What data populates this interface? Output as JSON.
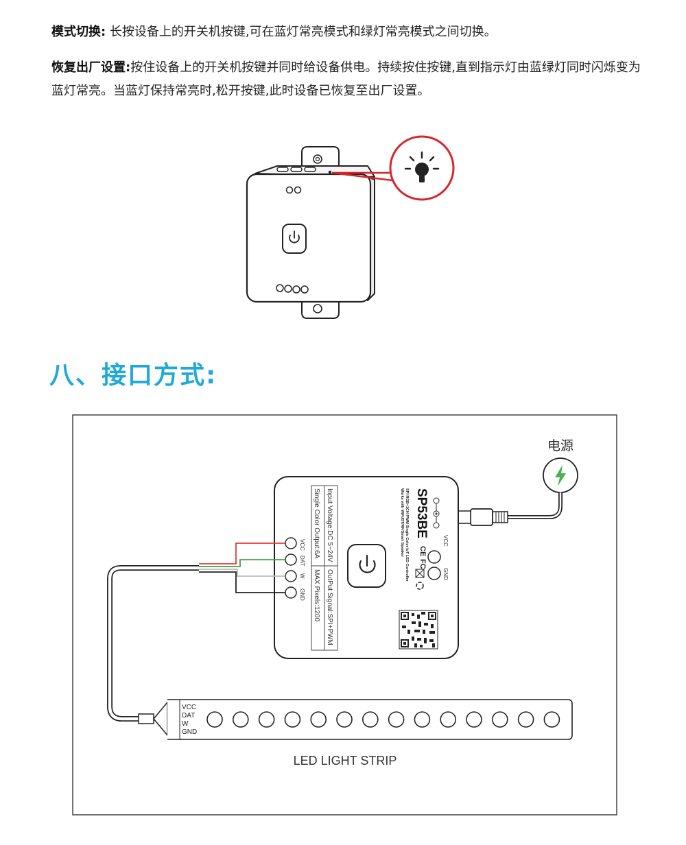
{
  "instructions": {
    "mode_switch": {
      "label": "模式切换:",
      "text": " 长按设备上的开关机按键,可在蓝灯常亮模式和绿灯常亮模式之间切换。"
    },
    "factory_reset": {
      "label": "恢复出厂设置:",
      "text": "按住设备上的开关机按键并同时给设备供电。持续按住按键,直到指示灯由蓝绿灯同时闪烁变为蓝灯常亮。当蓝灯保持常亮时,松开按键,此时设备已恢复至出厂设置。"
    }
  },
  "section_title": "八、接口方式:",
  "diagram": {
    "power_label": "电源",
    "controller": {
      "model": "SP53BE",
      "subtitle_1": "SPI RGB+1CH PWM Single Color IoT LED Controller",
      "subtitle_2": "Works with WiFi/BT/RF/Smart Speaker",
      "input_voltage": "Input Voltage:DC 5~24V",
      "output_signal": "OutPut Signal:SPI+PWM",
      "single_color_output": "Single Color Output:6A",
      "max_pixels": "MAX Pixels:1200",
      "pins_left": [
        "VCC",
        "DAT",
        "W",
        "GND"
      ],
      "pins_right": [
        "VCC",
        "GND"
      ]
    },
    "strip_pins": [
      "VCC",
      "DAT",
      "W",
      "GND"
    ],
    "strip_label": "LED LIGHT STRIP",
    "strip_led_count": 14,
    "colors": {
      "accent": "#1fa9d8",
      "callout_red": "#d7262b",
      "wire_red": "#e53935",
      "wire_green": "#43a047",
      "wire_black": "#222222",
      "power_bolt": "#4caf50"
    }
  }
}
